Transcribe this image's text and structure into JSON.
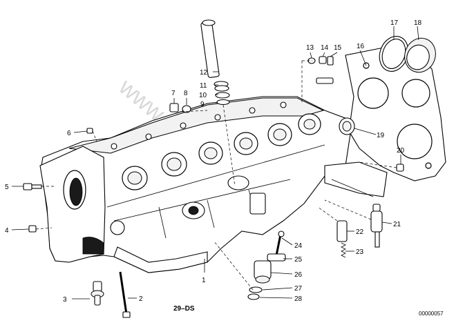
{
  "diagram": {
    "watermark": "www.BMWstore.pl",
    "caption": "29–DS",
    "part_code": "00000057",
    "callouts": [
      "1",
      "2",
      "3",
      "4",
      "5",
      "6",
      "7",
      "8",
      "9",
      "10",
      "11",
      "12",
      "13",
      "14",
      "15",
      "16",
      "17",
      "18",
      "19",
      "20",
      "21",
      "22",
      "23",
      "24",
      "25",
      "26",
      "27",
      "28"
    ]
  }
}
